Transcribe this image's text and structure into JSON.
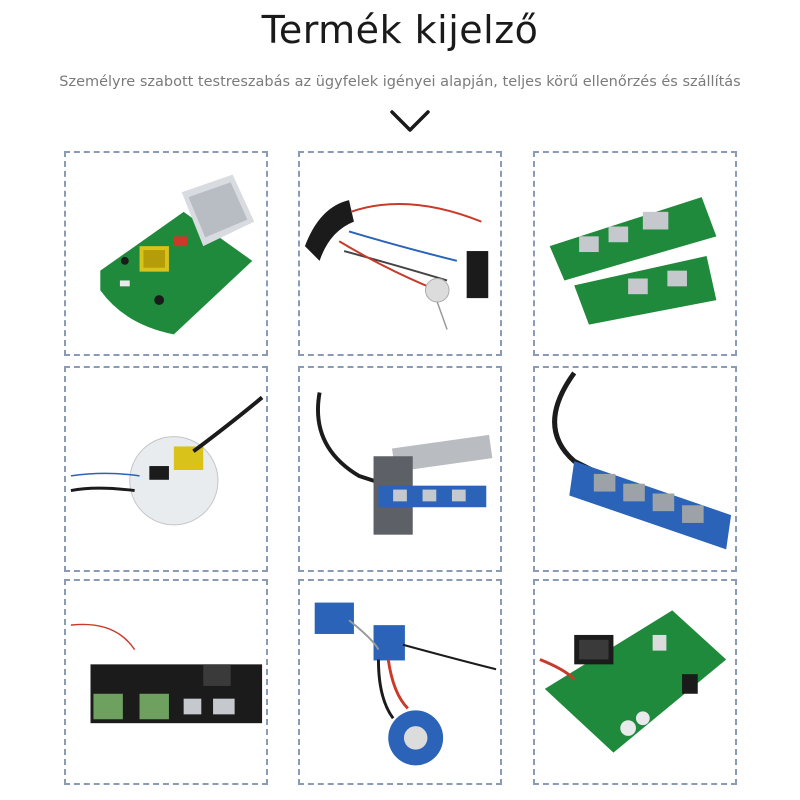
{
  "header": {
    "title": "Termék kijelző",
    "subtitle": "Személyre szabott testreszabás az ügyfelek igényei alapján, teljes körű ellenőrzés és szállítás"
  },
  "icons": {
    "scroll": "chevron-down-icon"
  },
  "colors": {
    "pcb_green": "#1f8a3b",
    "pcb_black": "#1b1b1b",
    "pcb_blue": "#2a63b8",
    "border": "#8a9bb8"
  },
  "products": [
    {
      "id": 1
    },
    {
      "id": 2
    },
    {
      "id": 3
    },
    {
      "id": 4
    },
    {
      "id": 5
    },
    {
      "id": 6
    },
    {
      "id": 7
    },
    {
      "id": 8
    },
    {
      "id": 9
    }
  ]
}
